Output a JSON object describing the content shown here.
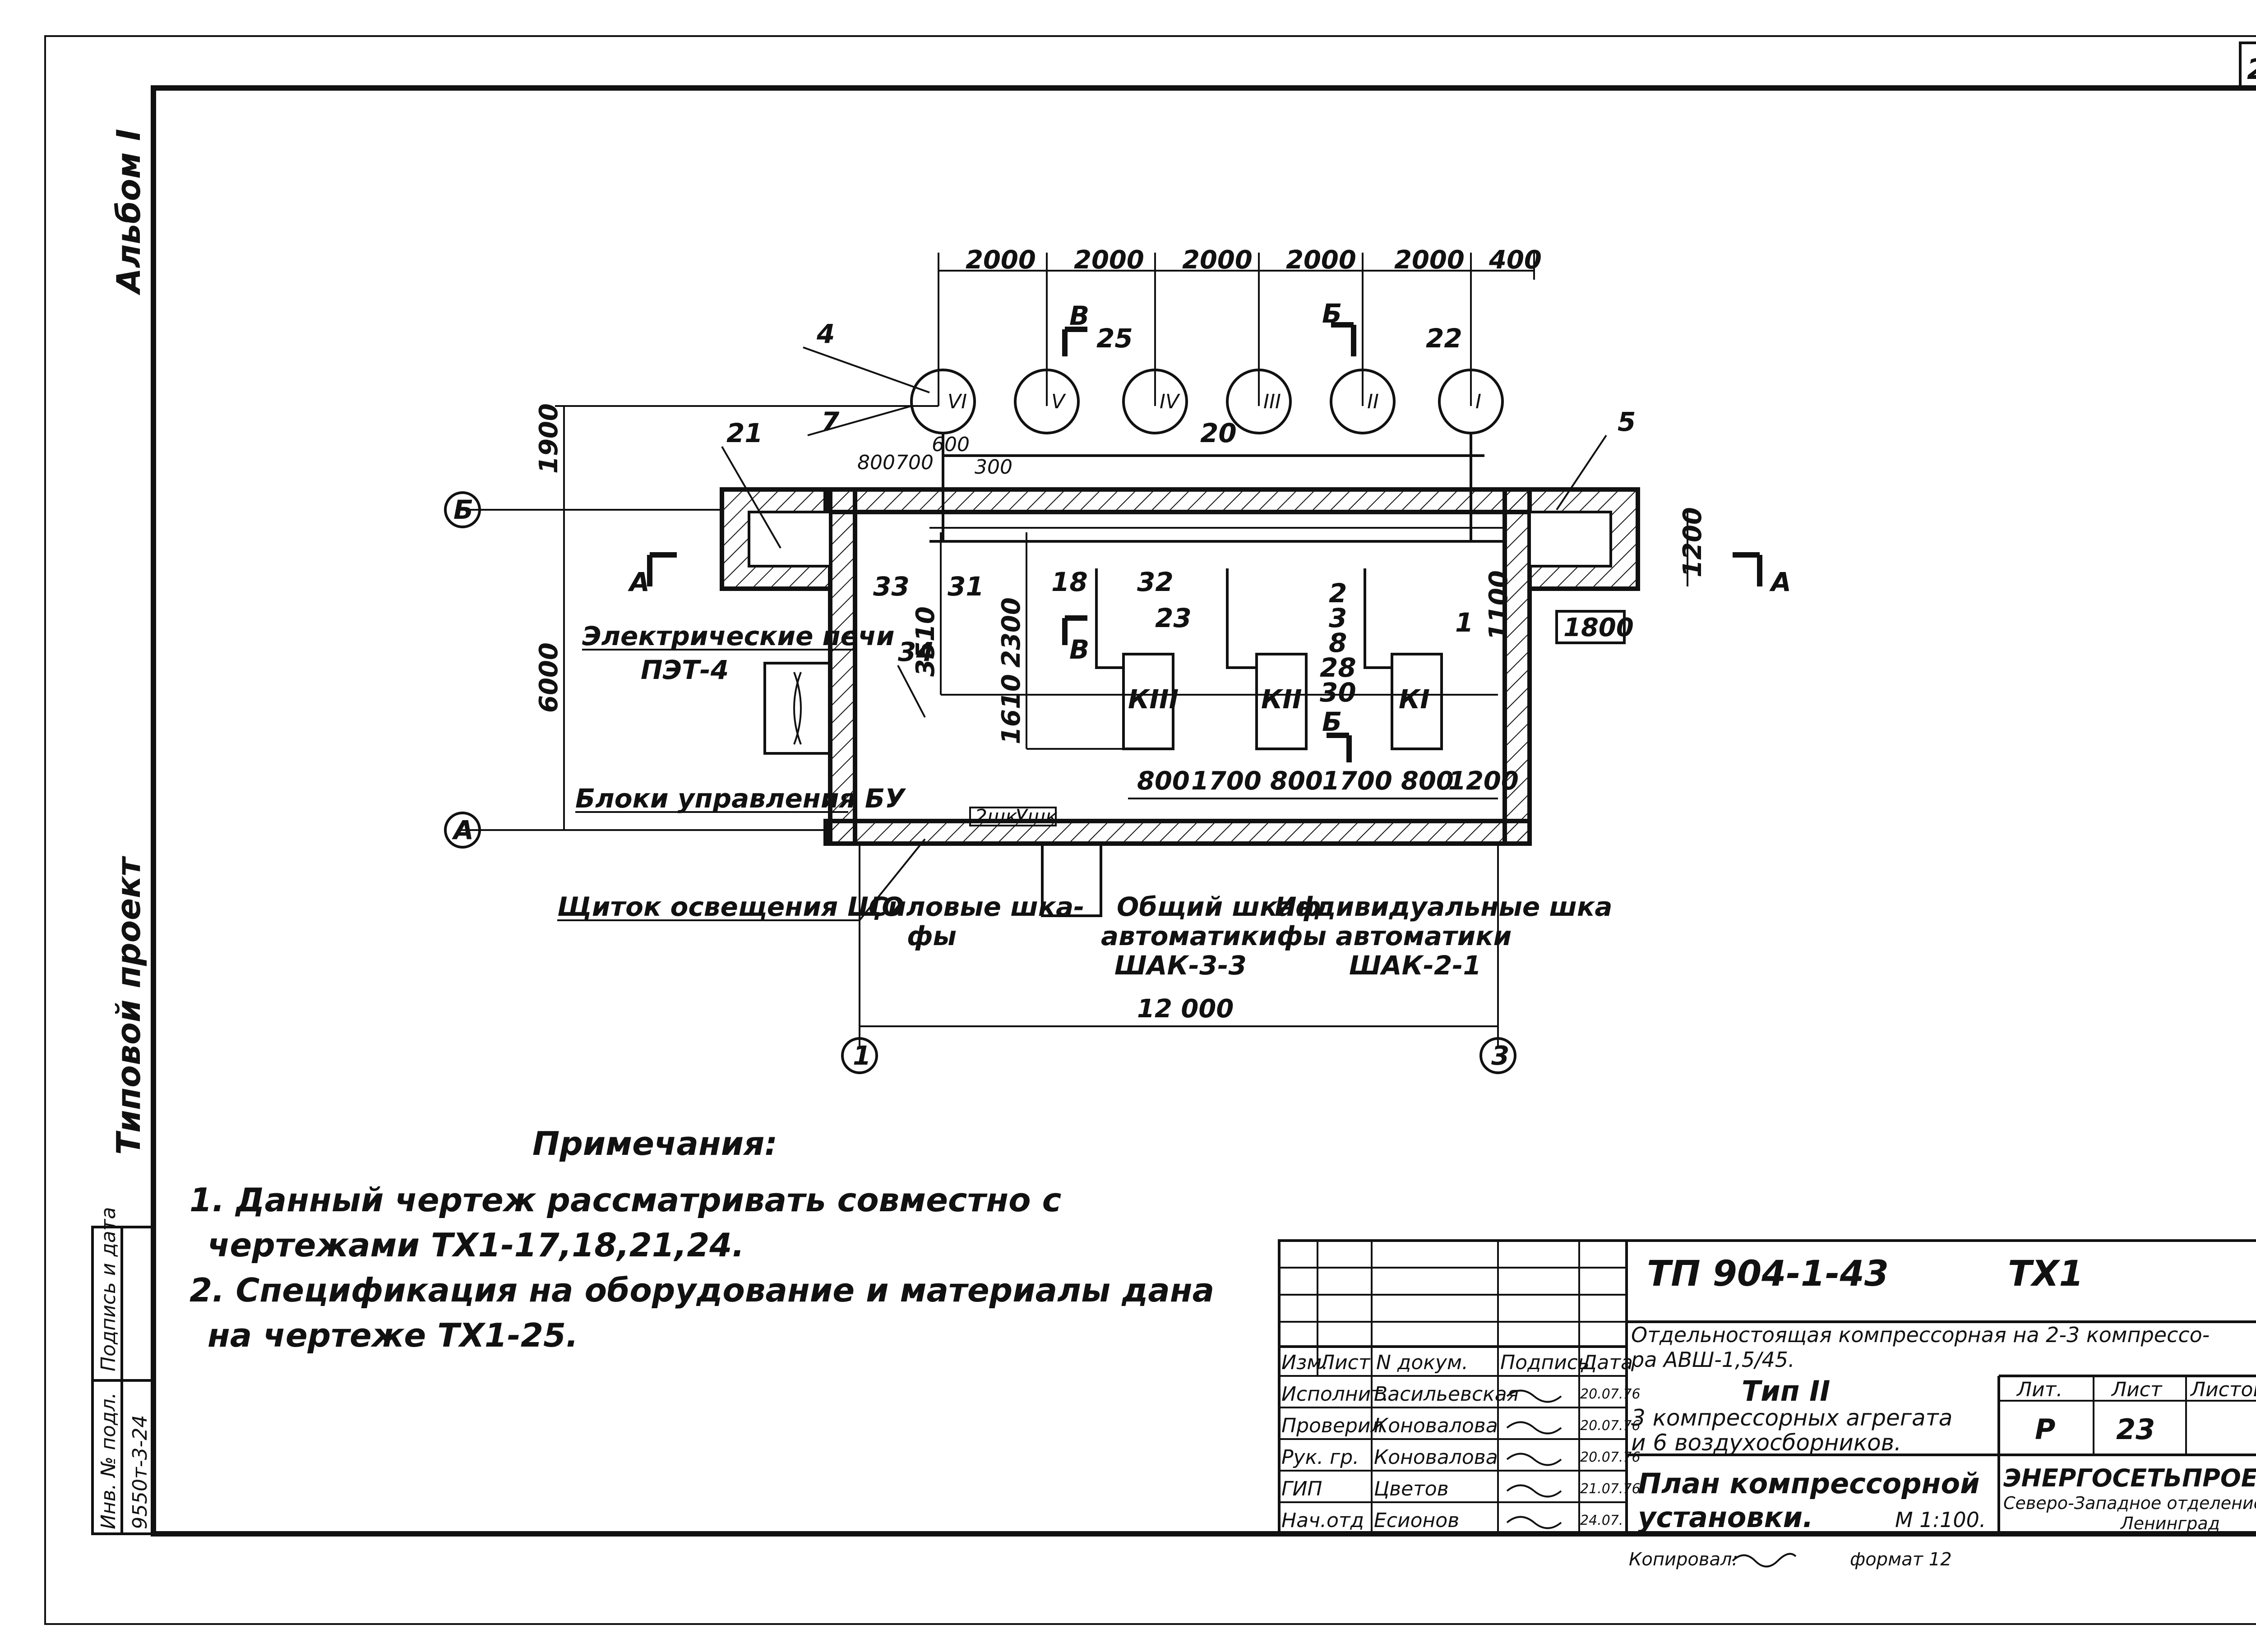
{
  "sheet": {
    "number": "23",
    "album": "Альбом I",
    "project_type": "Типовой проект",
    "inv_label": "Инв. № подл.",
    "sign_date_label": "Подпись и дата",
    "inv_number": "9550т-3-24"
  },
  "drawing": {
    "top_dims": [
      "2000",
      "2000",
      "2000",
      "2000",
      "2000",
      "400"
    ],
    "bottom_dim": "12 000",
    "left_dims": [
      "1900",
      "6000"
    ],
    "inner_dims": [
      "800",
      "700",
      "600",
      "300",
      "3510",
      "2300",
      "1610",
      "1100"
    ],
    "right_dims": [
      "1200",
      "1800"
    ],
    "equip_dims": [
      "800",
      "1700",
      "800",
      "1700",
      "800",
      "1200"
    ],
    "axes": [
      "Б",
      "А",
      "1",
      "3"
    ],
    "section_labels": [
      "А",
      "А",
      "Б",
      "Б",
      "В",
      "В"
    ],
    "receivers": [
      "VI",
      "V",
      "IV",
      "III",
      "II",
      "I"
    ],
    "compressors": [
      "КIII",
      "КII",
      "КI"
    ],
    "callouts": [
      "4",
      "7",
      "25",
      "22",
      "21",
      "20",
      "5",
      "33",
      "31",
      "18",
      "32",
      "23",
      "34",
      "2",
      "3",
      "8",
      "28",
      "30",
      "1"
    ],
    "labels": {
      "electric_ovens": "Электрические печи",
      "ovens_model": "ПЭТ-4",
      "control_blocks": "Блоки управления БУ",
      "lighting_panel": "Щиток освещения ЩО",
      "power_cabinets_1": "Силовые шка-",
      "power_cabinets_2": "фы",
      "common_cabinet_1": "Общий шкаф",
      "common_cabinet_2": "автоматики",
      "common_cabinet_3": "ШАК-3-3",
      "individual_1": "Индивидуальные шка",
      "individual_2": "фы автоматики",
      "individual_3": "ШАК-2-1",
      "small_box_1": "2шк",
      "small_box_2": "Ушк"
    }
  },
  "notes": {
    "title": "Примечания:",
    "items": [
      "1. Данный чертеж рассматривать совместно с",
      "чертежами ТХ1-17,18,21,24.",
      "2. Спецификация на оборудование и материалы дана",
      "на чертеже ТХ1-25."
    ]
  },
  "title_block": {
    "code": "ТП  904-1-43",
    "sheet_code": "ТХ1",
    "title_1": "Отдельностоящая компрессорная на 2-3 компрессо-",
    "title_2": "ра АВШ-1,5/45.",
    "type": "Тип II",
    "desc_1": "3 компрессорных агрегата",
    "desc_2": "и 6 воздухосборников.",
    "plan_1": "План компрессорной",
    "plan_2": "установки.",
    "scale": "М 1:100.",
    "col_headers": [
      "Изм.",
      "Лист",
      "N докум.",
      "Подпись",
      "Дата"
    ],
    "roles": [
      "Исполнит.",
      "Проверил",
      "Рук. гр.",
      "ГИП",
      "Нач.отд"
    ],
    "names": [
      "Васильевская",
      "Коновалова",
      "Коновалова",
      "Цветов",
      "Есионов"
    ],
    "dates": [
      "20.07.76",
      "20.07.76",
      "20.07.76",
      "21.07.76",
      "24.07."
    ],
    "lit_header": "Лит.",
    "list_header": "Лист",
    "listov_header": "Листов",
    "lit_value": "Р",
    "list_value": "23",
    "org_1": "ЭНЕРГОСЕТЬПРОЕКТ",
    "org_2": "Северо-Западное отделение",
    "org_3": "Ленинград",
    "copied": "Копировал:",
    "format": "формат 12"
  }
}
